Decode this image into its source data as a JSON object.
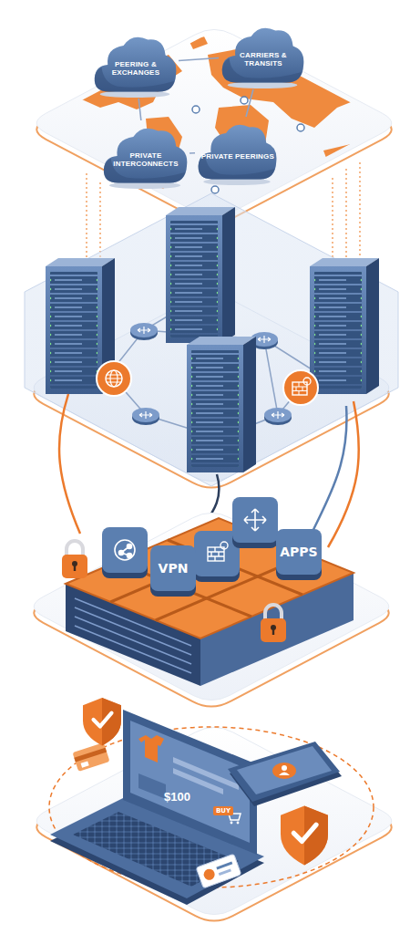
{
  "diagram": {
    "nodes": [
      {
        "text": [
          "PEERING & EXCHANGES"
        ]
      },
      {
        "text": [
          "CARRIERS & TRANSITS"
        ]
      },
      {
        "text": [
          "PRIVATE INTERCONNECTS"
        ]
      },
      {
        "text": [
          "PRIVATE PEERINGS"
        ]
      },
      {
        "text": [
          "VPN"
        ]
      },
      {
        "text": [
          "APPS"
        ]
      }
    ],
    "edges": [
      {
        "from": 0,
        "to": 1,
        "arrow": "none"
      },
      {
        "from": 0,
        "to": 2,
        "arrow": "none"
      },
      {
        "from": 2,
        "to": 3,
        "arrow": "none"
      },
      {
        "from": 1,
        "to": 3,
        "arrow": "none"
      }
    ],
    "labels": [
      "$100",
      "BUY"
    ]
  }
}
